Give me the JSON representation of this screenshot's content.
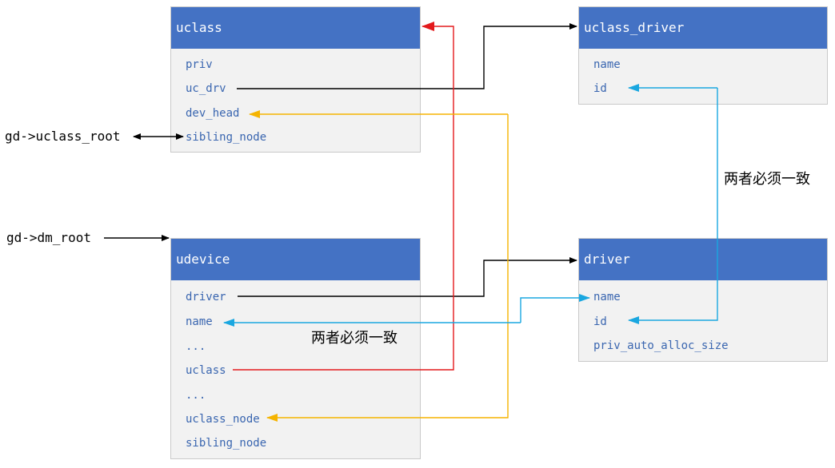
{
  "uclass": {
    "title": "uclass",
    "fields": [
      "priv",
      "uc_drv",
      "dev_head",
      "sibling_node"
    ]
  },
  "uclass_driver": {
    "title": "uclass_driver",
    "fields": [
      "name",
      "id"
    ]
  },
  "udevice": {
    "title": "udevice",
    "fields": [
      "driver",
      "name",
      "...",
      "uclass",
      "...",
      "uclass_node",
      "sibling_node"
    ]
  },
  "driver": {
    "title": "driver",
    "fields": [
      "name",
      "id",
      "priv_auto_alloc_size"
    ]
  },
  "labels": {
    "uclass_root": "gd->uclass_root",
    "dm_root": "gd->dm_root"
  },
  "notes": {
    "must_match_right": "两者必须一致",
    "must_match_center": "两者必须一致"
  },
  "colors": {
    "header": "#4472c4",
    "body": "#f2f2f2",
    "black": "#000000",
    "red": "#e31a1c",
    "orange": "#f5b400",
    "cyan": "#1aa7e0"
  }
}
